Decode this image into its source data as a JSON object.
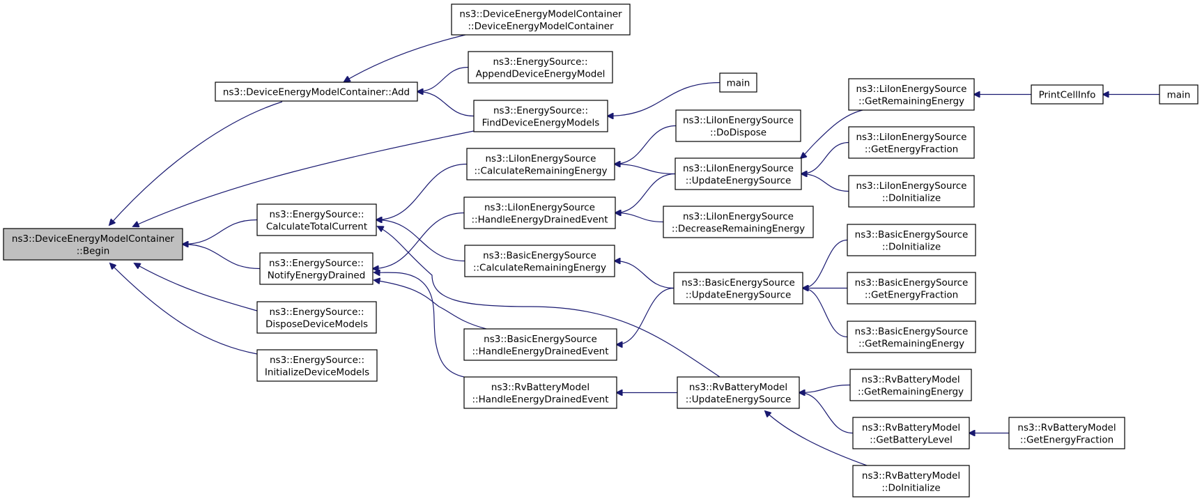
{
  "colors": {
    "edge": "#191970",
    "focus_fill": "#bfbfbf",
    "box_fill": "#ffffff"
  },
  "nodes": [
    {
      "id": "begin",
      "lines": [
        "ns3::DeviceEnergyModelContainer",
        "::Begin"
      ],
      "focus": true
    },
    {
      "id": "add",
      "lines": [
        "ns3::DeviceEnergyModelContainer::Add"
      ]
    },
    {
      "id": "ctor",
      "lines": [
        "ns3::DeviceEnergyModelContainer",
        "::DeviceEnergyModelContainer"
      ]
    },
    {
      "id": "append",
      "lines": [
        "ns3::EnergySource::",
        "AppendDeviceEnergyModel"
      ]
    },
    {
      "id": "find",
      "lines": [
        "ns3::EnergySource::",
        "FindDeviceEnergyModels"
      ]
    },
    {
      "id": "main1",
      "lines": [
        "main"
      ]
    },
    {
      "id": "calc_total",
      "lines": [
        "ns3::EnergySource::",
        "CalculateTotalCurrent"
      ]
    },
    {
      "id": "notify",
      "lines": [
        "ns3::EnergySource::",
        "NotifyEnergyDrained"
      ]
    },
    {
      "id": "dispose_models",
      "lines": [
        "ns3::EnergySource::",
        "DisposeDeviceModels"
      ]
    },
    {
      "id": "init_models",
      "lines": [
        "ns3::EnergySource::",
        "InitializeDeviceModels"
      ]
    },
    {
      "id": "li_calc",
      "lines": [
        "ns3::LiIonEnergySource",
        "::CalculateRemainingEnergy"
      ]
    },
    {
      "id": "li_handle",
      "lines": [
        "ns3::LiIonEnergySource",
        "::HandleEnergyDrainedEvent"
      ]
    },
    {
      "id": "basic_calc",
      "lines": [
        "ns3::BasicEnergySource",
        "::CalculateRemainingEnergy"
      ]
    },
    {
      "id": "basic_handle",
      "lines": [
        "ns3::BasicEnergySource",
        "::HandleEnergyDrainedEvent"
      ]
    },
    {
      "id": "rv_handle",
      "lines": [
        "ns3::RvBatteryModel",
        "::HandleEnergyDrainedEvent"
      ]
    },
    {
      "id": "li_dodispose",
      "lines": [
        "ns3::LiIonEnergySource",
        "::DoDispose"
      ]
    },
    {
      "id": "li_update",
      "lines": [
        "ns3::LiIonEnergySource",
        "::UpdateEnergySource"
      ]
    },
    {
      "id": "li_decrease",
      "lines": [
        "ns3::LiIonEnergySource",
        "::DecreaseRemainingEnergy"
      ]
    },
    {
      "id": "basic_update",
      "lines": [
        "ns3::BasicEnergySource",
        "::UpdateEnergySource"
      ]
    },
    {
      "id": "rv_update",
      "lines": [
        "ns3::RvBatteryModel",
        "::UpdateEnergySource"
      ]
    },
    {
      "id": "li_getrem",
      "lines": [
        "ns3::LiIonEnergySource",
        "::GetRemainingEnergy"
      ]
    },
    {
      "id": "li_getfrac",
      "lines": [
        "ns3::LiIonEnergySource",
        "::GetEnergyFraction"
      ]
    },
    {
      "id": "li_doinit",
      "lines": [
        "ns3::LiIonEnergySource",
        "::DoInitialize"
      ]
    },
    {
      "id": "basic_doinit",
      "lines": [
        "ns3::BasicEnergySource",
        "::DoInitialize"
      ]
    },
    {
      "id": "basic_getfrac",
      "lines": [
        "ns3::BasicEnergySource",
        "::GetEnergyFraction"
      ]
    },
    {
      "id": "basic_getrem",
      "lines": [
        "ns3::BasicEnergySource",
        "::GetRemainingEnergy"
      ]
    },
    {
      "id": "rv_getrem",
      "lines": [
        "ns3::RvBatteryModel",
        "::GetRemainingEnergy"
      ]
    },
    {
      "id": "rv_getlevel",
      "lines": [
        "ns3::RvBatteryModel",
        "::GetBatteryLevel"
      ]
    },
    {
      "id": "rv_doinit",
      "lines": [
        "ns3::RvBatteryModel",
        "::DoInitialize"
      ]
    },
    {
      "id": "printcell",
      "lines": [
        "PrintCellInfo"
      ]
    },
    {
      "id": "main2",
      "lines": [
        "main"
      ]
    },
    {
      "id": "rv_getfrac",
      "lines": [
        "ns3::RvBatteryModel",
        "::GetEnergyFraction"
      ]
    }
  ],
  "edges": [
    [
      "begin",
      "add"
    ],
    [
      "begin",
      "find"
    ],
    [
      "begin",
      "calc_total"
    ],
    [
      "begin",
      "notify"
    ],
    [
      "begin",
      "dispose_models"
    ],
    [
      "begin",
      "init_models"
    ],
    [
      "add",
      "ctor"
    ],
    [
      "add",
      "append"
    ],
    [
      "add",
      "find"
    ],
    [
      "find",
      "main1"
    ],
    [
      "calc_total",
      "li_calc"
    ],
    [
      "calc_total",
      "basic_calc"
    ],
    [
      "calc_total",
      "rv_update"
    ],
    [
      "notify",
      "li_handle"
    ],
    [
      "notify",
      "basic_handle"
    ],
    [
      "notify",
      "rv_handle"
    ],
    [
      "li_calc",
      "li_dodispose"
    ],
    [
      "li_calc",
      "li_update"
    ],
    [
      "li_handle",
      "li_update"
    ],
    [
      "li_handle",
      "li_decrease"
    ],
    [
      "basic_calc",
      "basic_update"
    ],
    [
      "basic_handle",
      "basic_update"
    ],
    [
      "rv_handle",
      "rv_update"
    ],
    [
      "li_update",
      "li_getrem"
    ],
    [
      "li_update",
      "li_getfrac"
    ],
    [
      "li_update",
      "li_doinit"
    ],
    [
      "basic_update",
      "basic_doinit"
    ],
    [
      "basic_update",
      "basic_getfrac"
    ],
    [
      "basic_update",
      "basic_getrem"
    ],
    [
      "rv_update",
      "rv_getrem"
    ],
    [
      "rv_update",
      "rv_getlevel"
    ],
    [
      "rv_update",
      "rv_doinit"
    ],
    [
      "li_getrem",
      "printcell"
    ],
    [
      "printcell",
      "main2"
    ],
    [
      "rv_getlevel",
      "rv_getfrac"
    ]
  ]
}
